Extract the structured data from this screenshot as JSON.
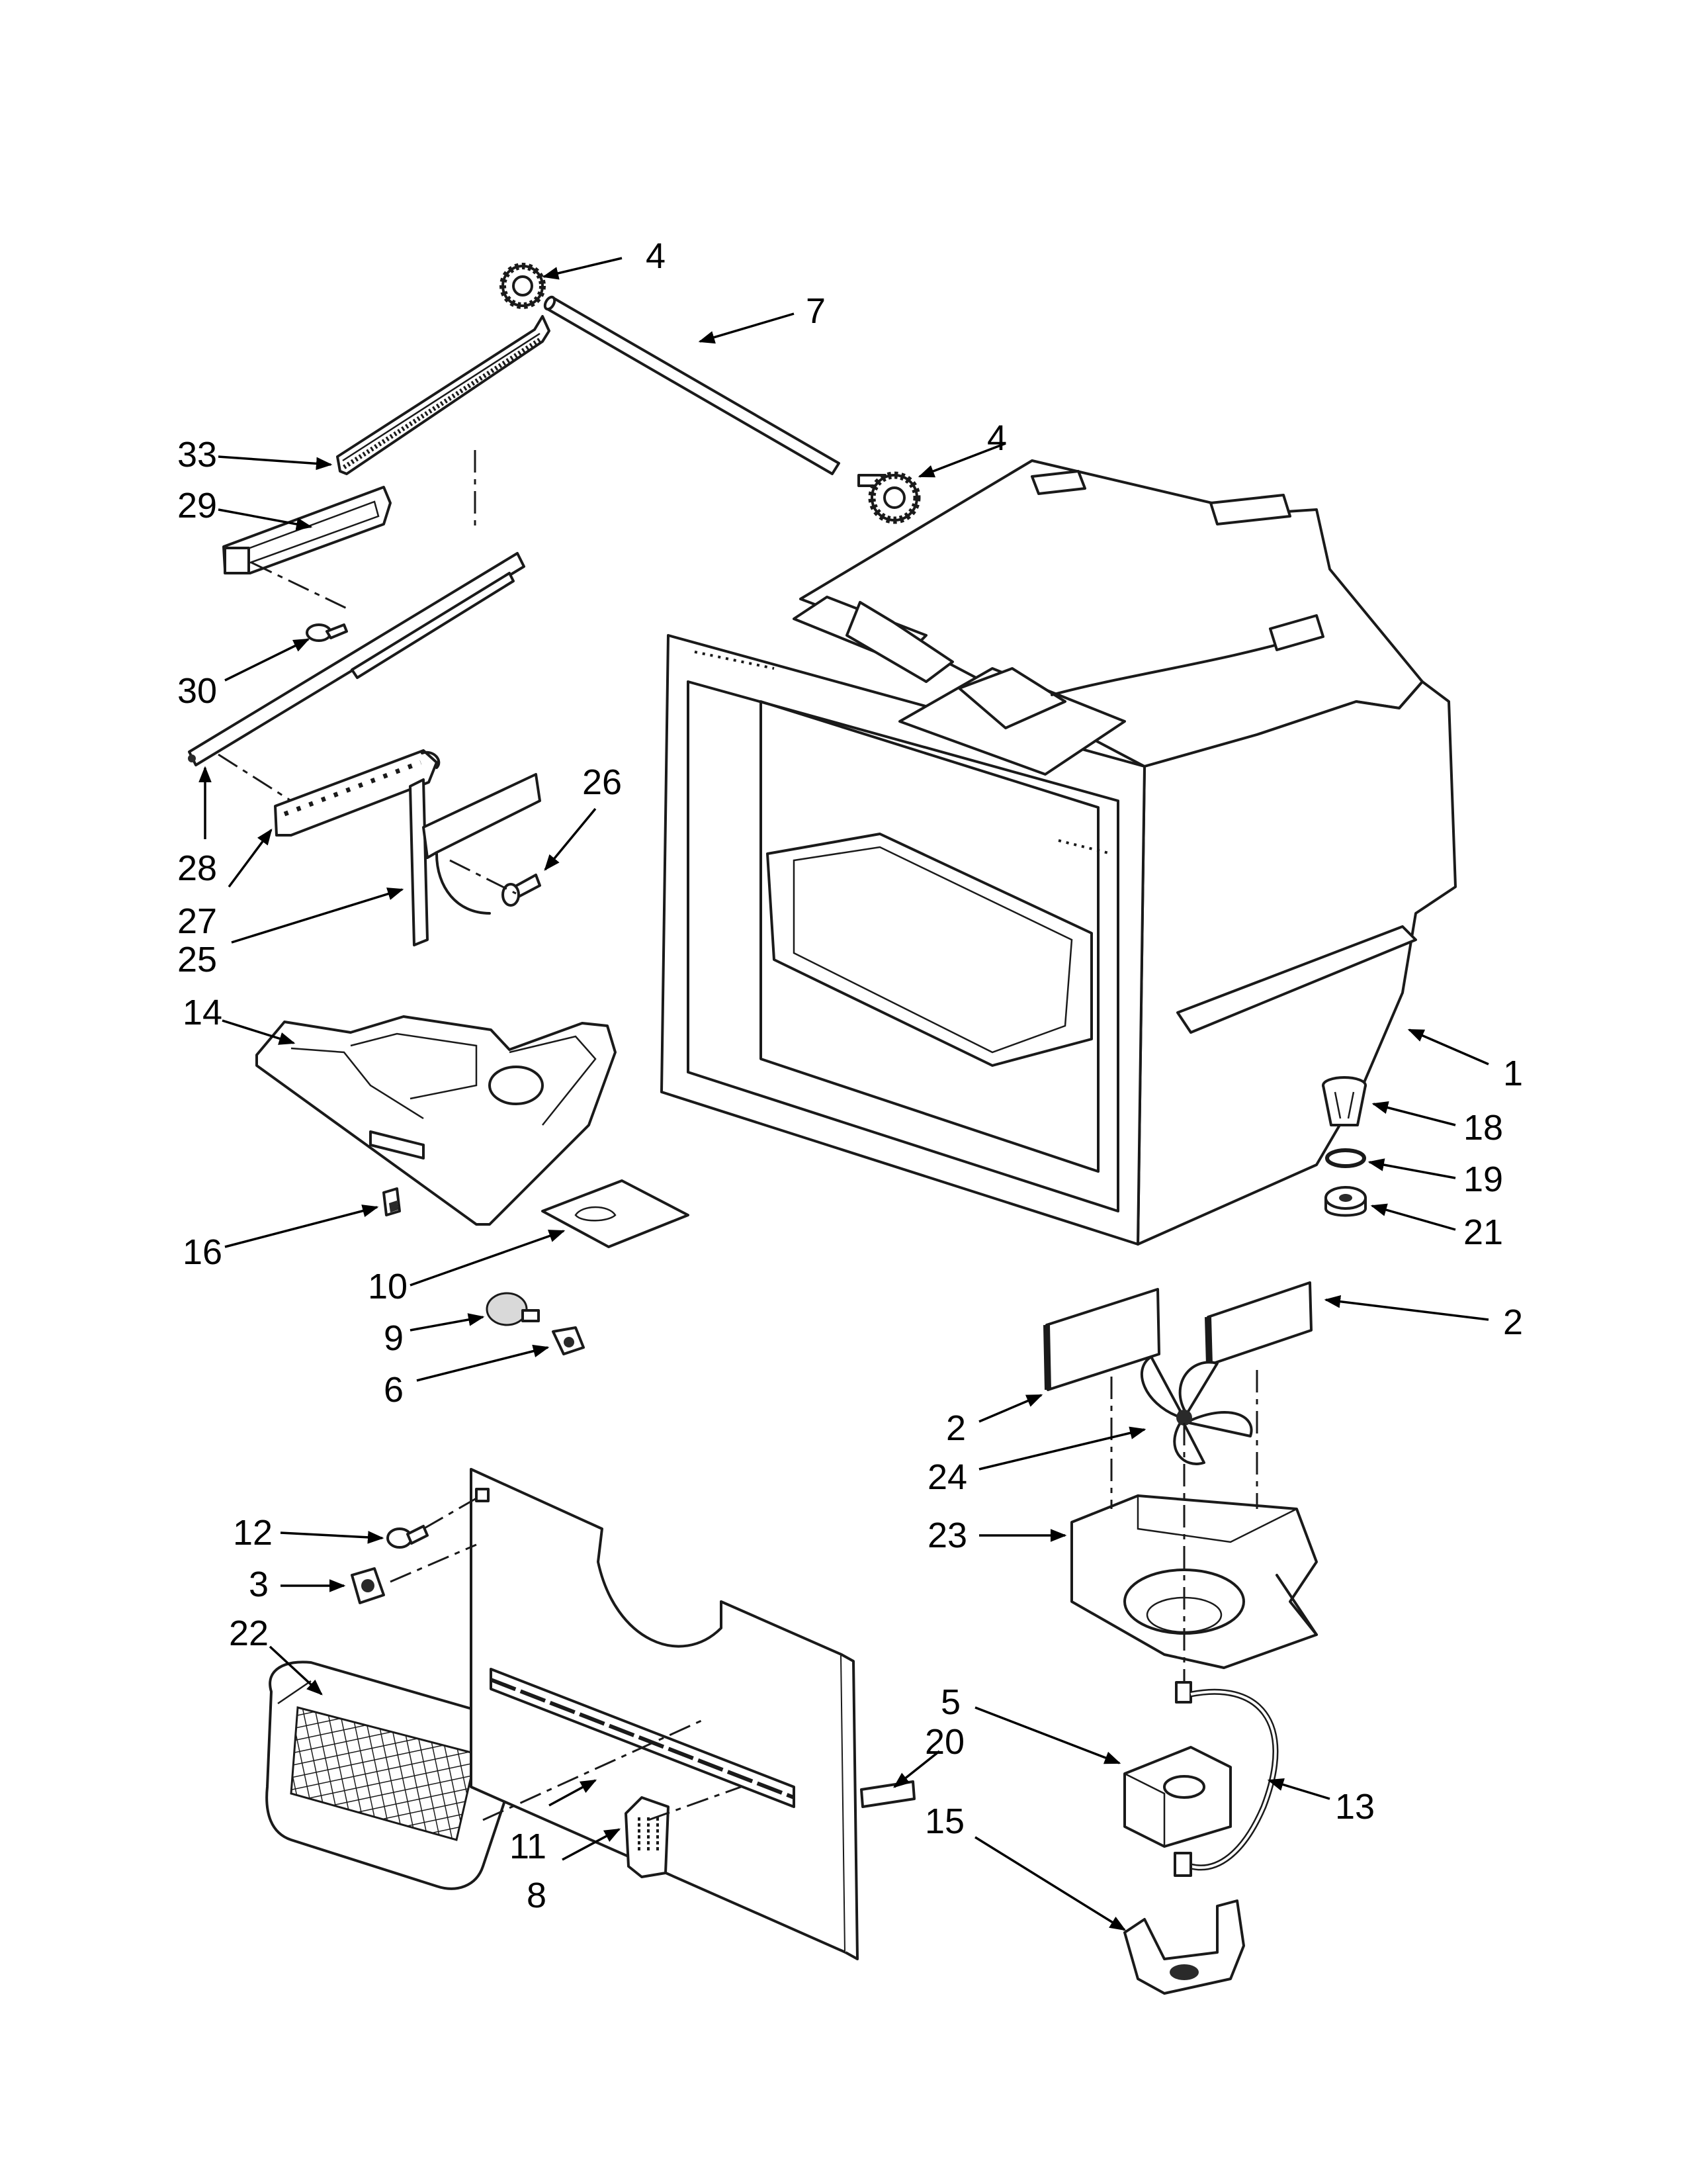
{
  "callouts": [
    {
      "id": "c4a",
      "label": "4"
    },
    {
      "id": "c7",
      "label": "7"
    },
    {
      "id": "c4b",
      "label": "4"
    },
    {
      "id": "c33",
      "label": "33"
    },
    {
      "id": "c29",
      "label": "29"
    },
    {
      "id": "c30",
      "label": "30"
    },
    {
      "id": "c28",
      "label": "28"
    },
    {
      "id": "c27",
      "label": "27"
    },
    {
      "id": "c26",
      "label": "26"
    },
    {
      "id": "c25",
      "label": "25"
    },
    {
      "id": "c14",
      "label": "14"
    },
    {
      "id": "c1",
      "label": "1"
    },
    {
      "id": "c18",
      "label": "18"
    },
    {
      "id": "c19",
      "label": "19"
    },
    {
      "id": "c21",
      "label": "21"
    },
    {
      "id": "c16",
      "label": "16"
    },
    {
      "id": "c10",
      "label": "10"
    },
    {
      "id": "c9",
      "label": "9"
    },
    {
      "id": "c6",
      "label": "6"
    },
    {
      "id": "c2a",
      "label": "2"
    },
    {
      "id": "c2b",
      "label": "2"
    },
    {
      "id": "c24",
      "label": "24"
    },
    {
      "id": "c23",
      "label": "23"
    },
    {
      "id": "c12",
      "label": "12"
    },
    {
      "id": "c3",
      "label": "3"
    },
    {
      "id": "c22",
      "label": "22"
    },
    {
      "id": "c5",
      "label": "5"
    },
    {
      "id": "c20",
      "label": "20"
    },
    {
      "id": "c13",
      "label": "13"
    },
    {
      "id": "c15",
      "label": "15"
    },
    {
      "id": "c11",
      "label": "11"
    },
    {
      "id": "c8",
      "label": "8"
    }
  ]
}
